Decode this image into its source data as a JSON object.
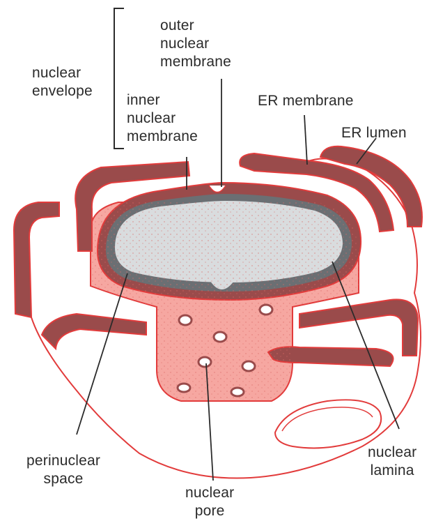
{
  "labels": {
    "nuclear_envelope": "nuclear\nenvelope",
    "outer_nuclear_membrane": "outer\nnuclear\nmembrane",
    "inner_nuclear_membrane": "inner\nnuclear\nmembrane",
    "er_membrane": "ER membrane",
    "er_lumen": "ER lumen",
    "perinuclear_space": "perinuclear\nspace",
    "nuclear_pore": "nuclear\npore",
    "nuclear_lamina": "nuclear\nlamina"
  },
  "colors": {
    "membrane": "#9a4b4b",
    "membrane_outline": "#e23b3b",
    "cytoplasm_fill": "#f6a7a1",
    "lamina": "#6b6f73",
    "nucleoplasm": "#d9dcde",
    "leader_line": "#2b2b2b"
  }
}
